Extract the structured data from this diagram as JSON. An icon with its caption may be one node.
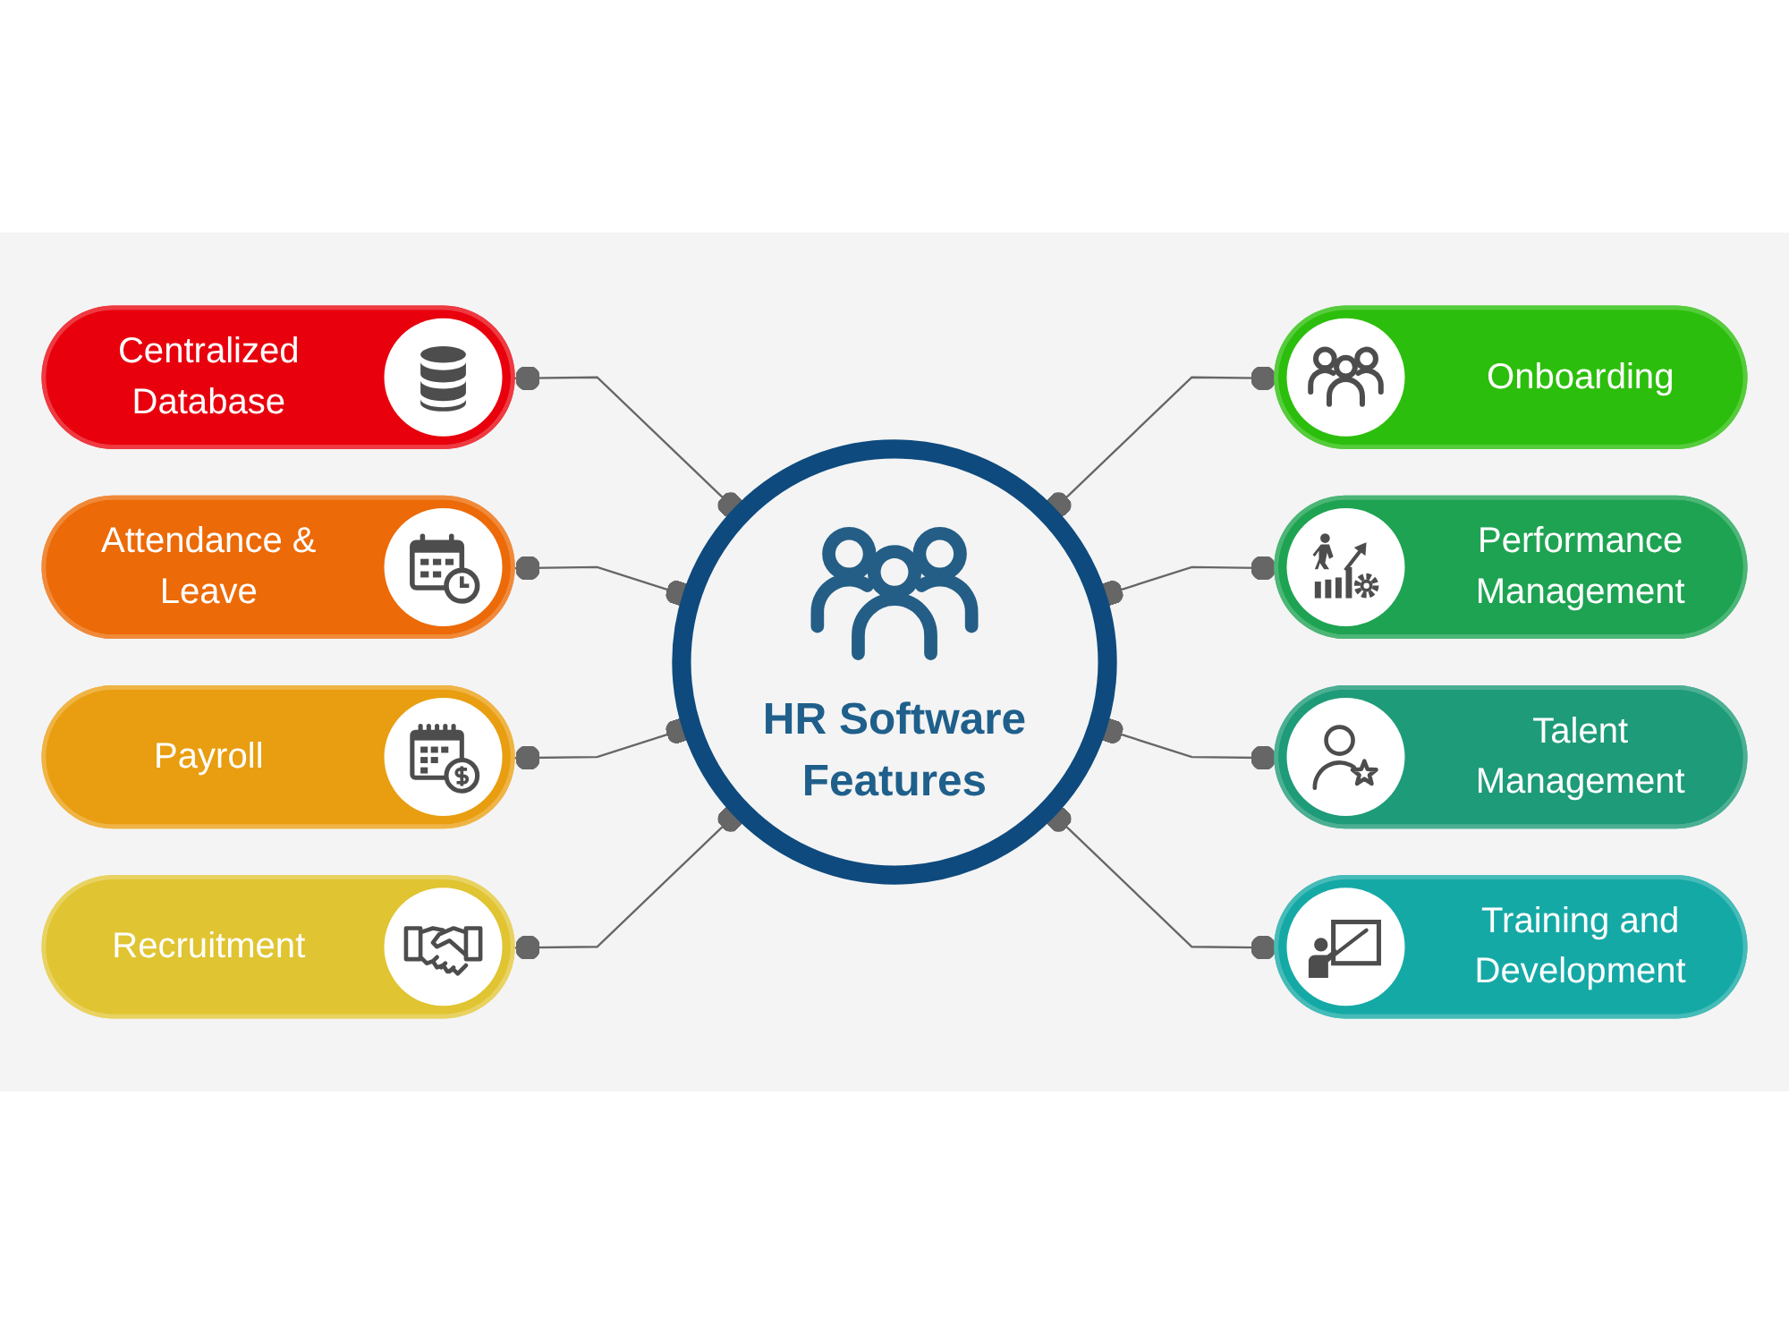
{
  "diagram": {
    "nodes": [
      {
        "text": [
          "HR Software Features"
        ]
      },
      {
        "text": [
          "Centralized Database"
        ]
      },
      {
        "text": [
          "Attendance & Leave"
        ]
      },
      {
        "text": [
          "Payroll"
        ]
      },
      {
        "text": [
          "Recruitment"
        ]
      },
      {
        "text": [
          "Onboarding"
        ]
      },
      {
        "text": [
          "Performance Management"
        ]
      },
      {
        "text": [
          "Talent Management"
        ]
      },
      {
        "text": [
          "Training and Development"
        ]
      }
    ],
    "edges": [
      {
        "from": 1,
        "to": 0,
        "arrow": "other"
      },
      {
        "from": 2,
        "to": 0,
        "arrow": "other"
      },
      {
        "from": 3,
        "to": 0,
        "arrow": "other"
      },
      {
        "from": 4,
        "to": 0,
        "arrow": "other"
      },
      {
        "from": 0,
        "to": 5,
        "arrow": "other"
      },
      {
        "from": 0,
        "to": 6,
        "arrow": "other"
      },
      {
        "from": 0,
        "to": 7,
        "arrow": "other"
      },
      {
        "from": 0,
        "to": 8,
        "arrow": "other"
      }
    ]
  }
}
